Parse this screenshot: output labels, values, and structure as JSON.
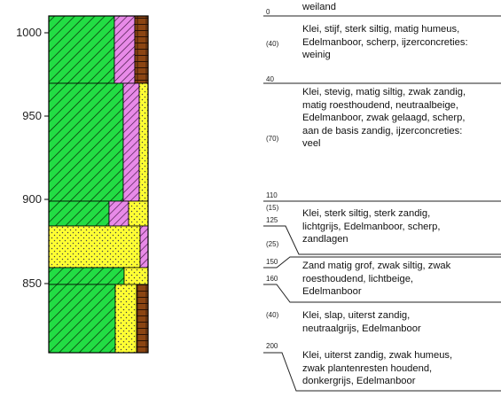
{
  "core": {
    "y_axis_ticks": [
      "1000",
      "950",
      "900",
      "850"
    ],
    "layer_colors": {
      "clay": "#22dd44",
      "peat": "#e88ae8",
      "sand": "#ffff33",
      "top": "#8b4513"
    }
  },
  "log": {
    "depth_labels": [
      "0",
      "(40)",
      "40",
      "(70)",
      "110",
      "(15)",
      "125",
      "(25)",
      "150",
      "160",
      "(40)",
      "200"
    ],
    "descriptions": [
      "weiland",
      "Klei, stijf, sterk siltig, matig humeus,\nEdelmanboor, scherp, ijzerconcreties:\nweinig",
      "Klei, stevig, matig siltig, zwak zandig,\nmatig roesthoudend, neutraalbeige,\nEdelmanboor, zwak gelaagd, scherp,\naan de basis zandig, ijzerconcreties:\nveel",
      "Klei, sterk siltig, sterk zandig,\nlichtgrijs, Edelmanboor, scherp,\nzandlagen",
      "Zand matig grof, zwak siltig, zwak\nroesthoudend, lichtbeige,\nEdelmanboor",
      "Klei, slap, uiterst zandig,\nneutraalgrijs, Edelmanboor",
      "Klei, uiterst zandig, zwak humeus,\nzwak plantenresten houdend,\ndonkergrijs, Edelmanboor"
    ]
  }
}
